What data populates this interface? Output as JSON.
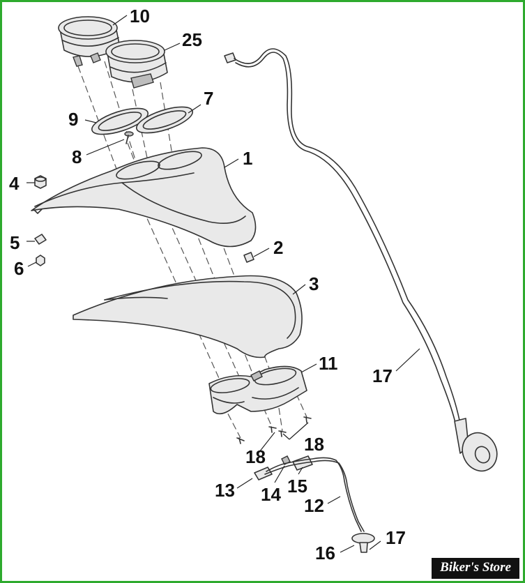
{
  "colors": {
    "border": "#2eaa2e",
    "line": "#333333",
    "leader": "#222222",
    "part_fill": "#e9e9e9",
    "text": "#111111"
  },
  "labels": {
    "p10": "10",
    "p25": "25",
    "p9": "9",
    "p7": "7",
    "p8": "8",
    "p1": "1",
    "p4": "4",
    "p5": "5",
    "p6": "6",
    "p2": "2",
    "p3": "3",
    "p11": "11",
    "p17a": "17",
    "p18a": "18",
    "p18b": "18",
    "p13": "13",
    "p14": "14",
    "p15": "15",
    "p12": "12",
    "p16": "16",
    "p17b": "17"
  },
  "brand": {
    "text": "Biker's Store"
  }
}
